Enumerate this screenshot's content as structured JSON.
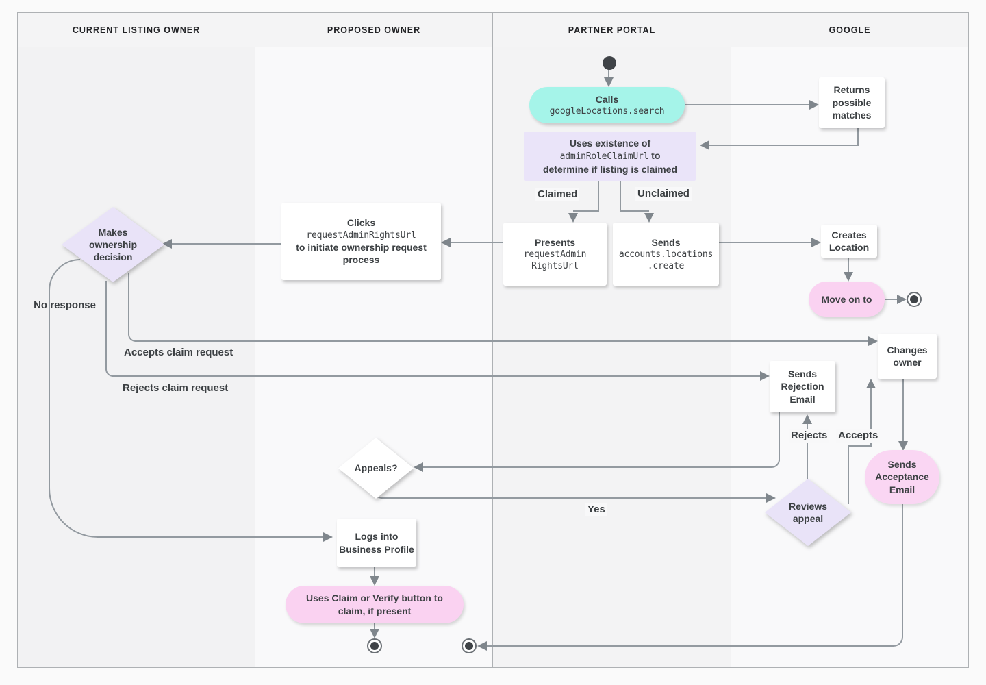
{
  "lanes": [
    {
      "label": "CURRENT LISTING OWNER"
    },
    {
      "label": "PROPOSED OWNER"
    },
    {
      "label": "PARTNER PORTAL"
    },
    {
      "label": "GOOGLE"
    }
  ],
  "nodes": {
    "calls": {
      "title": "Calls",
      "code": "googleLocations.search"
    },
    "returns_matches": {
      "text": "Returns possible matches"
    },
    "uses_existence": {
      "line1": "Uses existence of",
      "code": "adminRoleClaimUrl",
      "line2_suffix": " to",
      "line3": "determine if listing is claimed"
    },
    "presents": {
      "title": "Presents",
      "code_line1": "requestAdmin",
      "code_line2": "RightsUrl"
    },
    "sends_create": {
      "title": "Sends",
      "code_line1": "accounts.locations",
      "code_line2": ".create"
    },
    "creates_location": {
      "text": "Creates Location"
    },
    "move_on": {
      "text": "Move on to"
    },
    "clicks": {
      "title": "Clicks",
      "code": "requestAdminRightsUrl",
      "rest": "to initiate ownership request process"
    },
    "makes_decision": {
      "text": "Makes ownership decision"
    },
    "sends_rejection": {
      "text": "Sends Rejection Email"
    },
    "changes_owner": {
      "text": "Changes owner"
    },
    "sends_acceptance": {
      "text": "Sends Acceptance Email"
    },
    "reviews_appeal": {
      "text": "Reviews appeal"
    },
    "appeals": {
      "text": "Appeals?"
    },
    "logs_in": {
      "text": "Logs into Business Profile"
    },
    "claim_verify": {
      "text": "Uses Claim or Verify button to claim, if present"
    }
  },
  "edge_labels": {
    "claimed": "Claimed",
    "unclaimed": "Unclaimed",
    "no_response": "No response",
    "accepts_claim": "Accepts claim request",
    "rejects_claim": "Rejects claim request",
    "rejects": "Rejects",
    "accepts": "Accepts",
    "yes": "Yes"
  },
  "colors": {
    "cyan": "#a5f4e9",
    "pink": "#fad2f1",
    "lavender": "#e9e3f8",
    "line_gray": "#939aa0",
    "text_gray": "#3c4043",
    "lane_light": "#f9f9fa",
    "lane_dark": "#f2f2f3"
  }
}
